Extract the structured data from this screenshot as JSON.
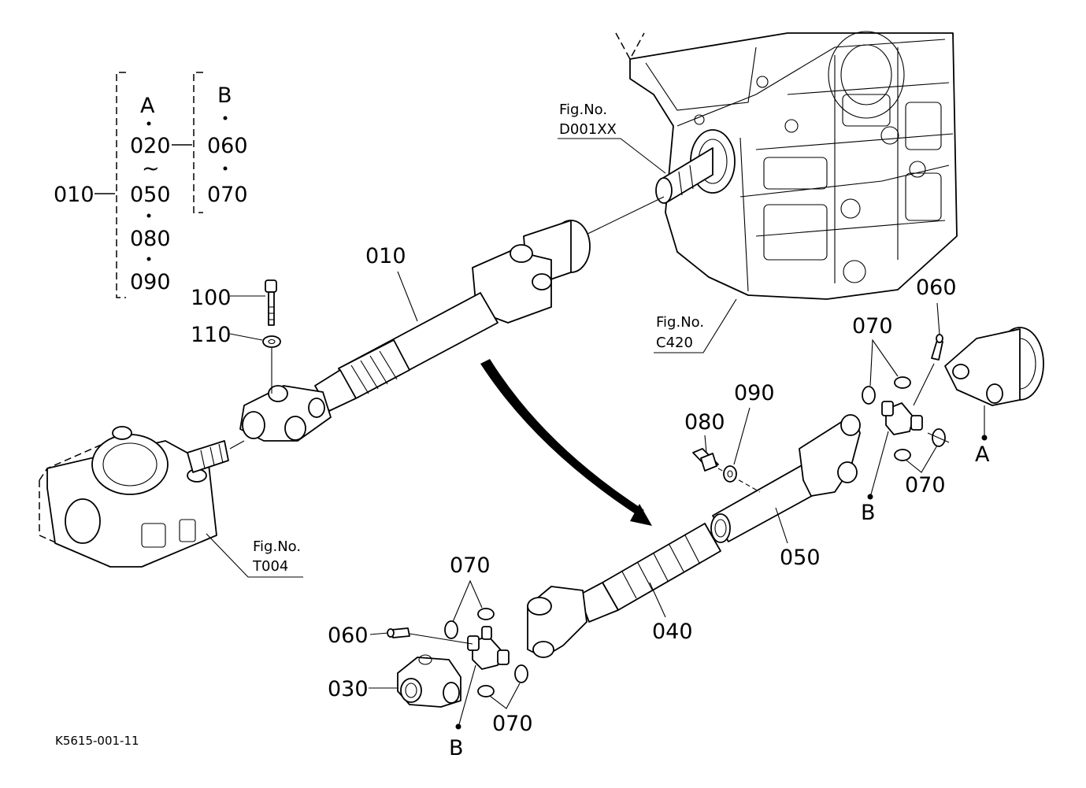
{
  "legend": {
    "root": "010",
    "group_a": {
      "head": "A",
      "items": [
        "020",
        "050",
        "080",
        "090"
      ],
      "range_mark": "~"
    },
    "group_b": {
      "head": "B",
      "items": [
        "060",
        "070"
      ]
    }
  },
  "callouts": {
    "shaft_assembly": "010",
    "bolt": "100",
    "washer": "110",
    "yoke_030": "030",
    "shaft_040": "040",
    "shaft_050": "050",
    "grease_nipple_top": "060",
    "grease_nipple_bottom": "060",
    "circlip_top_upper": "070",
    "circlip_top_lower": "070",
    "circlip_bottom_upper": "070",
    "circlip_bottom_lower": "070",
    "bolt_080": "080",
    "washer_090": "090",
    "mark_a": "A",
    "mark_b_right": "B",
    "mark_b_bottom": "B"
  },
  "figure_refs": [
    {
      "label": "Fig.No.",
      "code": "D001XX"
    },
    {
      "label": "Fig.No.",
      "code": "C420"
    },
    {
      "label": "Fig.No.",
      "code": "T004"
    }
  ],
  "drawing_code": "K5615-001-11"
}
